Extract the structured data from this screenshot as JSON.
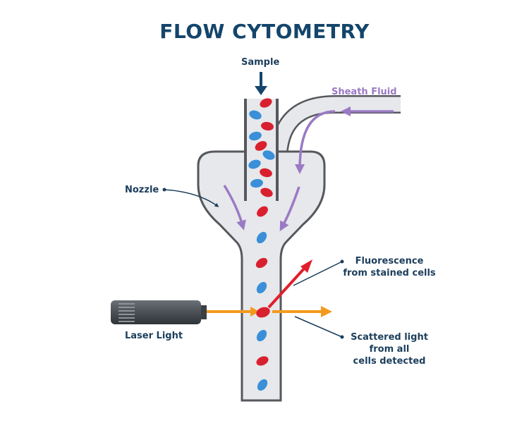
{
  "title": "FLOW CYTOMETRY",
  "labels": {
    "sample": "Sample",
    "sheath_fluid": "Sheath Fluid",
    "nozzle": "Nozzle",
    "fluorescence": [
      "Fluorescence",
      "from stained cells"
    ],
    "laser": "Laser Light",
    "scattered": [
      "Scattered light",
      "from all",
      "cells detected"
    ]
  },
  "colors": {
    "title": "#14456b",
    "label": "#1c3e5c",
    "sheath": "#9b7ac4",
    "tube_fill": "#e6e8eb",
    "tube_stroke": "#55585c",
    "red_cell": "#d9202f",
    "blue_cell": "#3a8fd8",
    "laser_beam": "#f39a1e",
    "fluorescence": "#e01f2b",
    "laser_body": "#4a5055"
  }
}
